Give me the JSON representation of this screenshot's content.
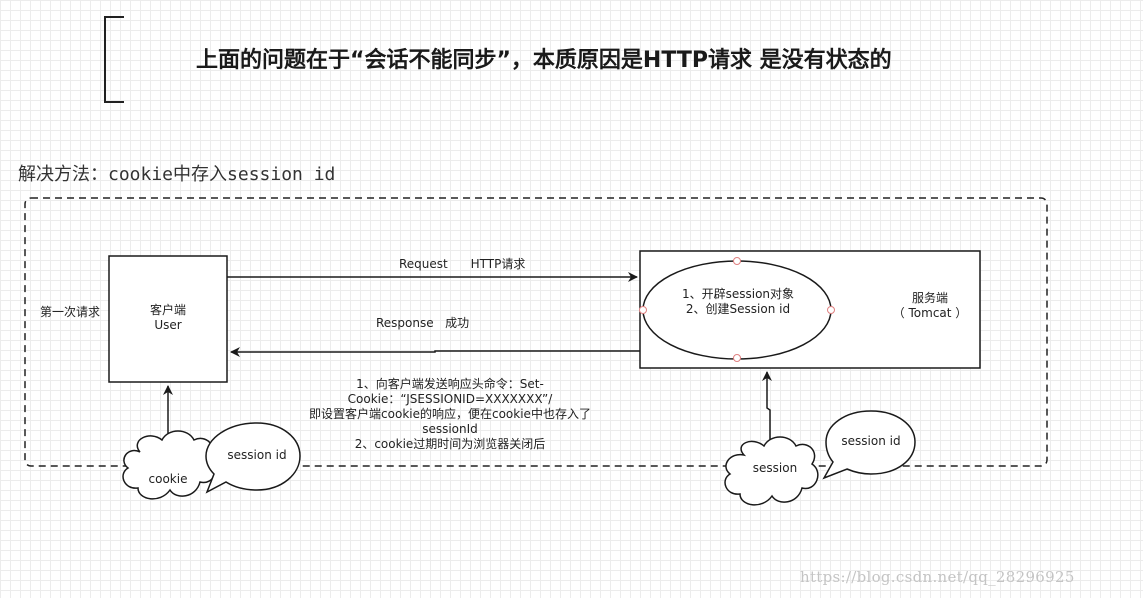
{
  "headline": "上面的问题在于“会话不能同步”，本质原因是HTTP请求 是没有状态的",
  "solution": "解决方法：cookie中存入session id",
  "first_request": "第一次请求",
  "client": {
    "line1": "客户端",
    "line2": "User"
  },
  "server": {
    "line1": "服务端",
    "line2": "（ Tomcat ）"
  },
  "ellipse": {
    "line1": "1、开辟session对象",
    "line2": "2、创建Session id"
  },
  "request_label": "Request      HTTP请求",
  "response_label": "Response   成功",
  "note": {
    "line1": "1、向客户端发送响应头命令：Set-",
    "line2": "Cookie：“JSESSIONID=XXXXXXX”/",
    "line3": "即设置客户端cookie的响应，便在cookie中也存入了",
    "line4": "sessionId",
    "line5": "2、cookie过期时间为浏览器关闭后"
  },
  "client_cloud": "cookie",
  "client_bubble": "session id",
  "server_cloud": "session",
  "server_bubble": "session id",
  "watermark": "https://blog.csdn.net/qq_28296925",
  "colors": {
    "line": "#1a1a1a",
    "handle": "#e08080",
    "grid": "#ececec"
  }
}
